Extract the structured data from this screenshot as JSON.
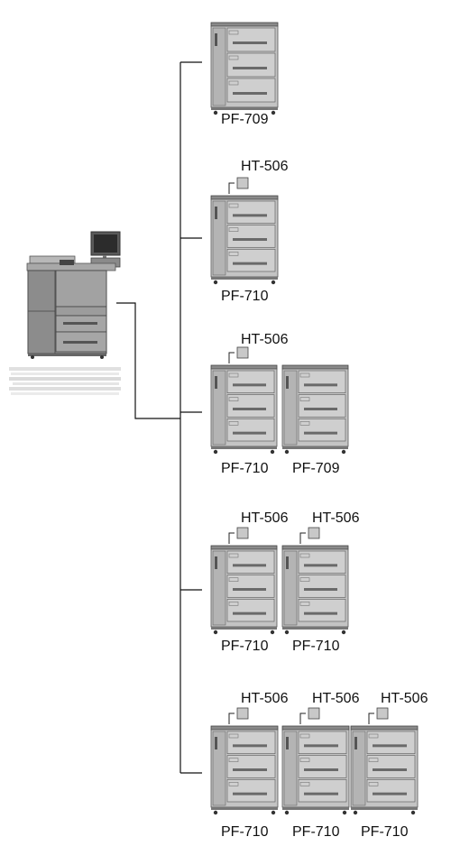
{
  "configurations": [
    {
      "units": [
        {
          "model": "PF-709",
          "heater": null
        }
      ]
    },
    {
      "units": [
        {
          "model": "PF-710",
          "heater": "HT-506"
        }
      ]
    },
    {
      "units": [
        {
          "model": "PF-710",
          "heater": "HT-506"
        },
        {
          "model": "PF-709",
          "heater": null
        }
      ]
    },
    {
      "units": [
        {
          "model": "PF-710",
          "heater": "HT-506"
        },
        {
          "model": "PF-710",
          "heater": "HT-506"
        }
      ]
    },
    {
      "units": [
        {
          "model": "PF-710",
          "heater": "HT-506"
        },
        {
          "model": "PF-710",
          "heater": "HT-506"
        },
        {
          "model": "PF-710",
          "heater": "HT-506"
        }
      ]
    }
  ]
}
